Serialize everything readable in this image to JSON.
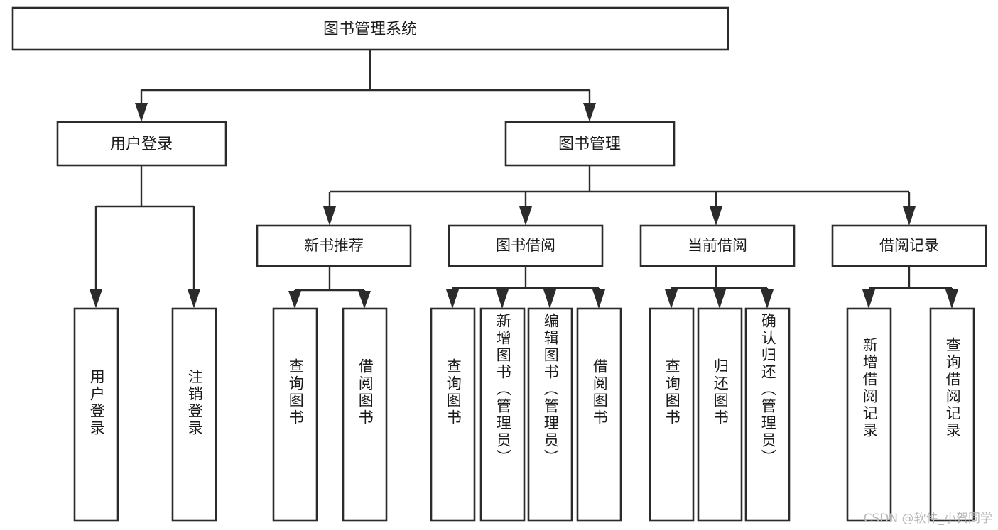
{
  "diagram": {
    "type": "tree",
    "title": "图书管理系统",
    "orientation": "top-down",
    "watermark": "CSDN @软件_小贺同学",
    "root": {
      "id": "root",
      "label": "图书管理系统"
    },
    "level2": [
      {
        "id": "user-login",
        "label": "用户登录"
      },
      {
        "id": "book-manage",
        "label": "图书管理"
      }
    ],
    "level3": [
      {
        "id": "new-book-rec",
        "label": "新书推荐",
        "parent": "book-manage"
      },
      {
        "id": "book-borrow",
        "label": "图书借阅",
        "parent": "book-manage"
      },
      {
        "id": "current-borrow",
        "label": "当前借阅",
        "parent": "book-manage"
      },
      {
        "id": "borrow-record",
        "label": "借阅记录",
        "parent": "book-manage"
      }
    ],
    "leaves": [
      {
        "id": "leaf-user-login",
        "label": "用户登录",
        "parent": "user-login"
      },
      {
        "id": "leaf-logout",
        "label": "注销登录",
        "parent": "user-login"
      },
      {
        "id": "leaf-query-book-1",
        "label": "查询图书",
        "parent": "new-book-rec"
      },
      {
        "id": "leaf-borrow-book-1",
        "label": "借阅图书",
        "parent": "new-book-rec"
      },
      {
        "id": "leaf-query-book-2",
        "label": "查询图书",
        "parent": "book-borrow"
      },
      {
        "id": "leaf-add-book",
        "label": "新增图书（管理员）",
        "parent": "book-borrow"
      },
      {
        "id": "leaf-edit-book",
        "label": "编辑图书（管理员）",
        "parent": "book-borrow"
      },
      {
        "id": "leaf-borrow-book-2",
        "label": "借阅图书",
        "parent": "book-borrow"
      },
      {
        "id": "leaf-query-book-3",
        "label": "查询图书",
        "parent": "current-borrow"
      },
      {
        "id": "leaf-return-book",
        "label": "归还图书",
        "parent": "current-borrow"
      },
      {
        "id": "leaf-confirm-return",
        "label": "确认归还（管理员）",
        "parent": "current-borrow"
      },
      {
        "id": "leaf-add-record",
        "label": "新增借阅记录",
        "parent": "borrow-record"
      },
      {
        "id": "leaf-query-record",
        "label": "查询借阅记录",
        "parent": "borrow-record"
      }
    ],
    "colors": {
      "box_stroke": "#2b2b2b",
      "box_fill": "#ffffff",
      "text": "#1b1b1b",
      "background": "#ffffff",
      "watermark": "#b9b9b9"
    }
  }
}
